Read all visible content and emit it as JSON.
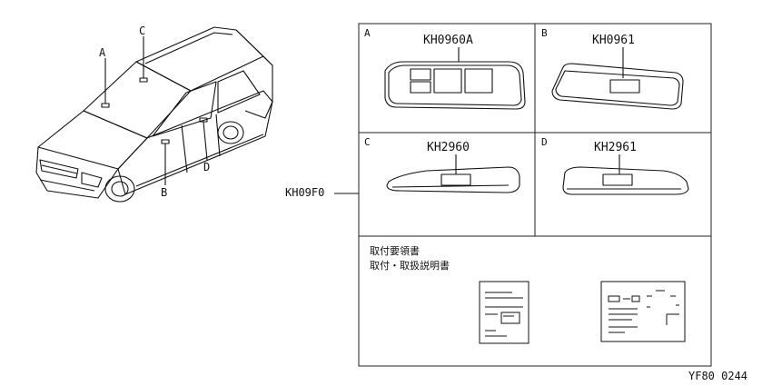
{
  "car_callouts": {
    "a": "A",
    "b": "B",
    "c": "C",
    "d": "D"
  },
  "kit_label": "KH09F0",
  "panels": [
    {
      "letter": "A",
      "part": "KH0960A"
    },
    {
      "letter": "B",
      "part": "KH0961"
    },
    {
      "letter": "C",
      "part": "KH2960"
    },
    {
      "letter": "D",
      "part": "KH2961"
    }
  ],
  "manuals": {
    "line1": "取付要領書",
    "line2": "取付・取扱説明書"
  },
  "footer_code": "YF80 0244",
  "colors": {
    "ink": "#111111",
    "background": "#ffffff"
  }
}
